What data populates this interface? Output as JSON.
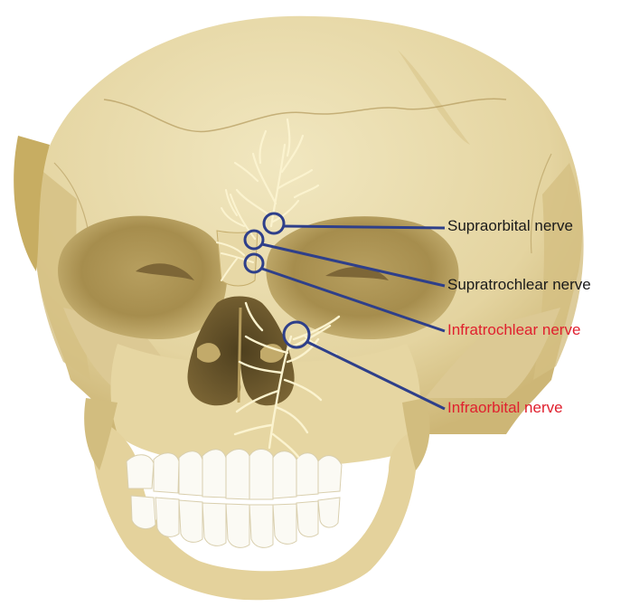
{
  "labels": {
    "supraorbital": "Supraorbital nerve",
    "supratrochlear": "Supratrochlear nerve",
    "infratrochlear": "Infratrochlear nerve",
    "infraorbital": "Infraorbital nerve"
  },
  "colors": {
    "bone": "#e9ddb0",
    "bone_shadow": "#d8c68e",
    "bone_dark": "#c2aa6a",
    "cavity": "#6e5a2e",
    "nerve": "#fbf3cf",
    "marker": "#2e3f8a",
    "text_default": "#1a1a1a",
    "text_highlight": "#e0202e",
    "teeth": "#fbfaf4"
  }
}
